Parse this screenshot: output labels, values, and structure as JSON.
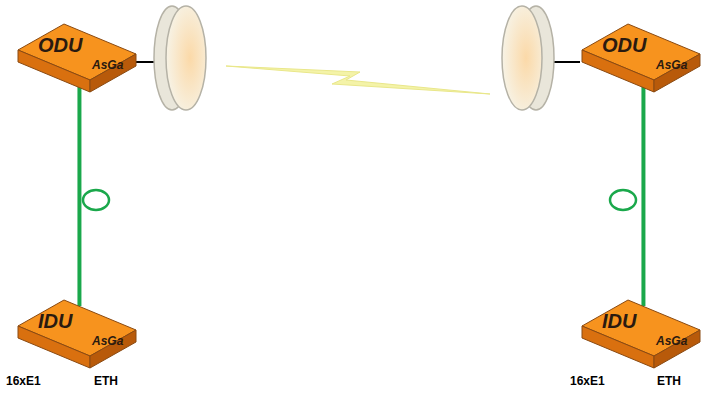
{
  "diagram": {
    "nodes": [
      {
        "text": [
          "ODU",
          "AsGa"
        ]
      },
      {
        "text": [
          "ODU",
          "AsGa"
        ]
      },
      {
        "text": [
          "IDU",
          "AsGa"
        ]
      },
      {
        "text": [
          "IDU",
          "AsGa"
        ]
      }
    ],
    "edges": [
      {
        "from": 0,
        "to": 2,
        "arrow": "none"
      },
      {
        "from": 1,
        "to": 3,
        "arrow": "none"
      }
    ],
    "labels": [
      "16xE1",
      "ETH",
      "16xE1",
      "ETH"
    ]
  }
}
